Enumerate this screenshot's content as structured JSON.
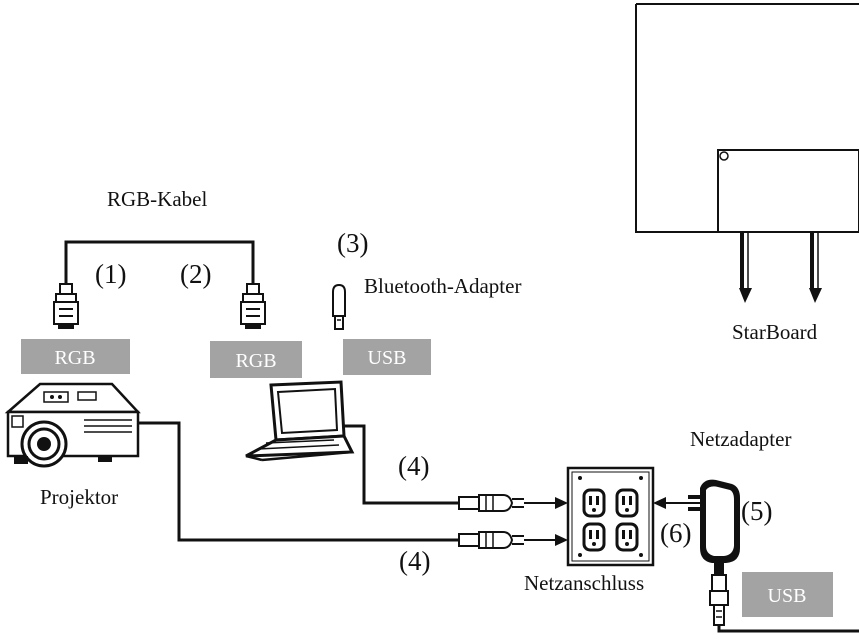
{
  "labels": {
    "rgb_kabel": "RGB-Kabel",
    "bluetooth_adapter": "Bluetooth-Adapter",
    "starboard": "StarBoard",
    "netzadapter": "Netzadapter",
    "projektor": "Projektor",
    "netzanschluss": "Netzanschluss"
  },
  "numbers": {
    "n1": "(1)",
    "n2": "(2)",
    "n3": "(3)",
    "n4_top": "(4)",
    "n4_bottom": "(4)",
    "n5": "(5)",
    "n6": "(6)"
  },
  "tags": {
    "rgb_projector": "RGB",
    "rgb_laptop": "RGB",
    "usb_laptop": "USB",
    "usb_adapter": "USB"
  },
  "colors": {
    "tag_background": "#a3a3a3",
    "tag_text": "#ffffff",
    "line": "#111111"
  }
}
